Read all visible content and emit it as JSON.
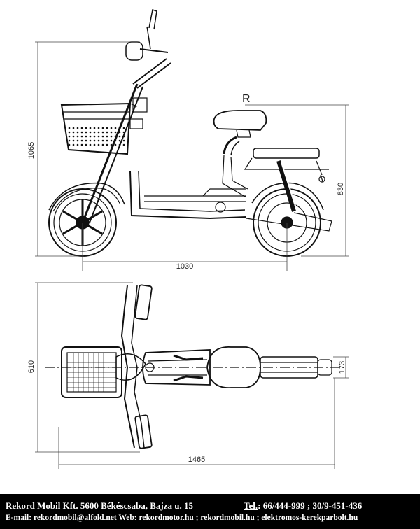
{
  "dimensions": {
    "total_height": "1065",
    "rear_wheel_height": "830",
    "wheelbase": "1030",
    "total_length": "1465",
    "total_width": "610",
    "seat_width": "173",
    "seat_marker": "R"
  },
  "footer": {
    "company": "Rekord Mobil Kft. 5600 Békéscsaba, Bajza u. 15",
    "tel_label": "Tel.",
    "tel_value": ": 66/444-999   ;   30/9-451-436",
    "email_label": "E-mail",
    "email_value": ": rekordmobil@alfold.net",
    "web_label": "Web",
    "web_value": ": rekordmotor.hu ; rekordmobil.hu ; elektromos-kerekparbolt.hu"
  }
}
